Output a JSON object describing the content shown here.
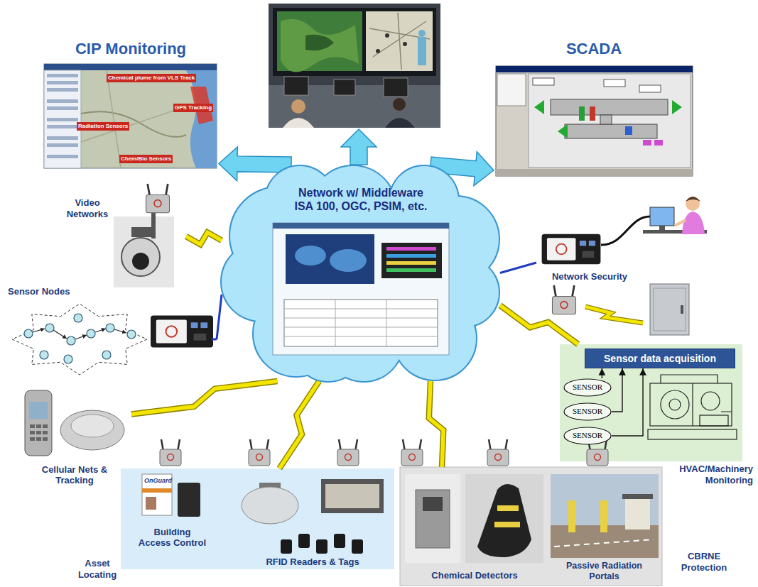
{
  "diagram": {
    "nodes": [
      {
        "text": [
          "CIP Monitoring"
        ]
      },
      {
        "text": [
          "SCADA"
        ]
      },
      {
        "text": [
          "Video Networks"
        ]
      },
      {
        "text": [
          "Network w/ Middleware ISA 100, OGC, PSIM, etc."
        ]
      },
      {
        "text": [
          "Network Security"
        ]
      },
      {
        "text": [
          "Sensor Nodes"
        ]
      },
      {
        "text": [
          "HVAC/Machinery Monitoring"
        ]
      },
      {
        "text": [
          "Sensor data acquisition"
        ],
        "in": 6
      },
      {
        "text": [
          "SENSOR"
        ],
        "in": 6
      },
      {
        "text": [
          "SENSOR"
        ],
        "in": 6
      },
      {
        "text": [
          "SENSOR"
        ],
        "in": 6
      },
      {
        "text": [
          "Cellular Nets & Tracking"
        ]
      },
      {
        "text": [
          "Asset Locating"
        ]
      },
      {
        "text": [
          "Building Access Control"
        ],
        "in": 12
      },
      {
        "text": [
          "RFID Readers & Tags"
        ],
        "in": 12
      },
      {
        "text": [
          "CBRNE Protection"
        ]
      },
      {
        "text": [
          "Chemical Detectors"
        ],
        "in": 15
      },
      {
        "text": [
          "Passive Radiation Portals"
        ],
        "in": 15
      }
    ],
    "edges": [
      {
        "from": 3,
        "to": 0,
        "arrow": "to"
      },
      {
        "from": 3,
        "to": 1,
        "arrow": "to"
      },
      {
        "from": 3,
        "to": 2,
        "arrow": "none"
      },
      {
        "from": 5,
        "to": 3,
        "arrow": "none"
      },
      {
        "from": 4,
        "to": 3,
        "arrow": "none"
      },
      {
        "from": 3,
        "to": 6,
        "arrow": "none"
      },
      {
        "from": 3,
        "to": 11,
        "arrow": "none"
      },
      {
        "from": 3,
        "to": 12,
        "arrow": "none"
      },
      {
        "from": 3,
        "to": 15,
        "arrow": "none"
      },
      {
        "from": 8,
        "to": 7,
        "arrow": "to"
      },
      {
        "from": 9,
        "to": 7,
        "arrow": "to"
      },
      {
        "from": 10,
        "to": 7,
        "arrow": "to"
      }
    ],
    "labels": [
      "Chemical plume from VLS Track",
      "GPS Tracking",
      "Radiation Sensors",
      "Chem/Bio Sensors",
      "OnGuard"
    ]
  }
}
